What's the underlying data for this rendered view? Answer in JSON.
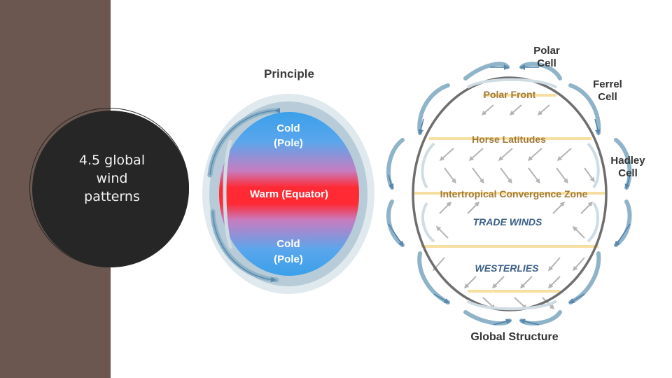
{
  "slide": {
    "title_lines": [
      "4.5 global",
      "wind",
      "patterns"
    ]
  },
  "principle": {
    "heading": "Principle",
    "cold_top_1": "Cold",
    "cold_top_2": "(Pole)",
    "warm": "Warm (Equator)",
    "cold_bottom_1": "Cold",
    "cold_bottom_2": "(Pole)"
  },
  "global": {
    "polar_cell_1": "Polar",
    "polar_cell_2": "Cell",
    "ferrel_cell_1": "Ferrel",
    "ferrel_cell_2": "Cell",
    "hadley_cell_1": "Hadley",
    "hadley_cell_2": "Cell",
    "polar_front": "Polar Front",
    "horse_latitudes": "Horse Latitudes",
    "itcz": "Intertropical Convergence Zone",
    "trade_winds": "TRADE WINDS",
    "westerlies": "WESTERLIES",
    "caption": "Global Structure"
  },
  "colors": {
    "sidebar": "#6b5750",
    "circle": "#262626",
    "cold": "#3f9be8",
    "warm": "#ff2230",
    "arrow_blue": "#8fb3c9",
    "arrow_dark": "#4a80a8",
    "band_yellow": "#f6dfa0",
    "label_blue": "#3b5f86",
    "label_brown": "#a07a3c"
  }
}
